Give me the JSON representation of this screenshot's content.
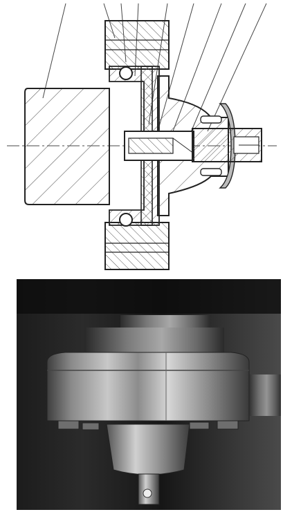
{
  "figure": {
    "panels": [
      {
        "id": "drawing",
        "kind": "cross-section-drawing",
        "hatch_color": "#333333",
        "background": "#ffffff"
      },
      {
        "id": "photo",
        "kind": "grayscale-photograph",
        "background": "#1a1a1a"
      }
    ]
  }
}
